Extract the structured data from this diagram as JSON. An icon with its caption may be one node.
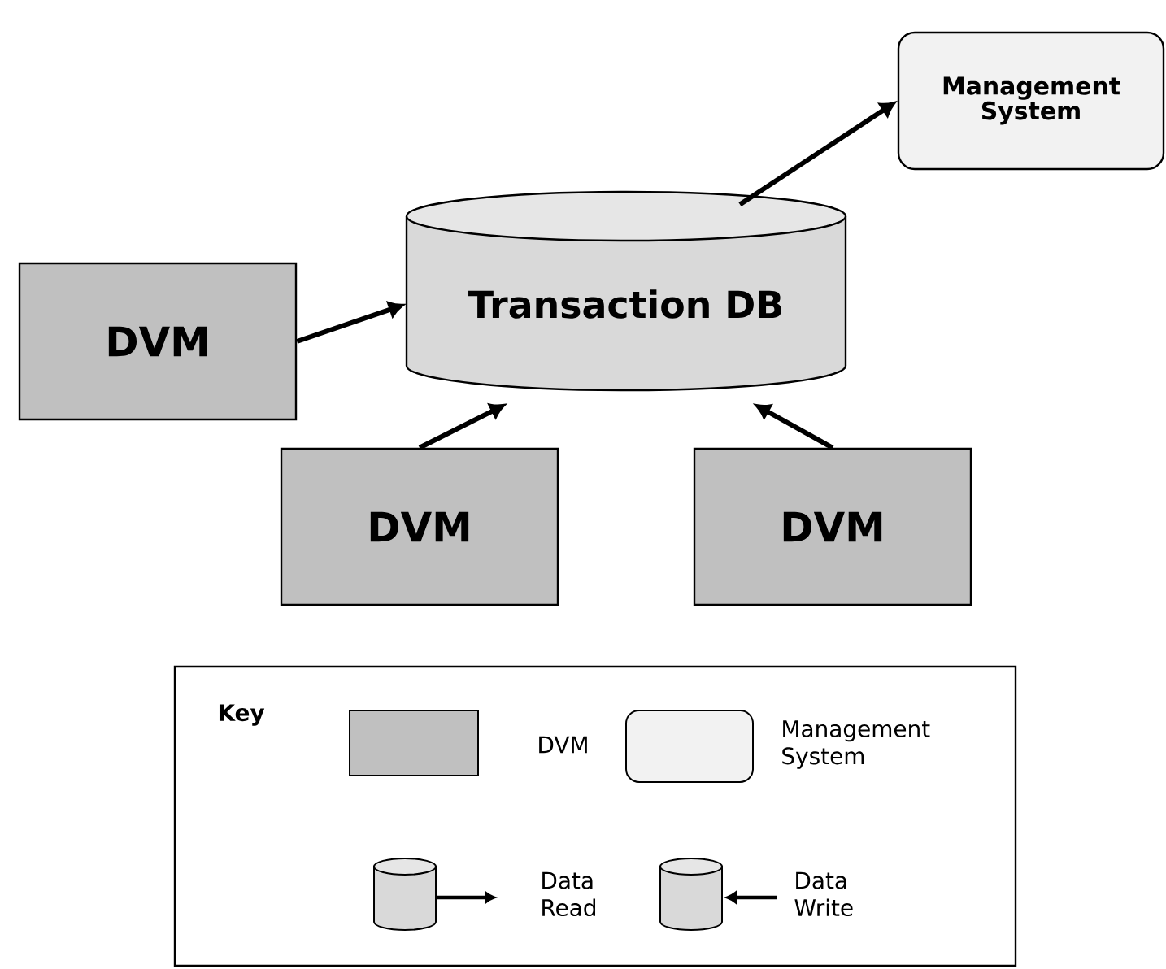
{
  "diagram": {
    "nodes": [
      {
        "text": [
          "Management System"
        ]
      },
      {
        "text": [
          "Transaction DB"
        ]
      },
      {
        "text": [
          "DVM"
        ]
      },
      {
        "text": [
          "DVM"
        ]
      },
      {
        "text": [
          "DVM"
        ]
      },
      {
        "text": [
          "Key"
        ]
      }
    ],
    "edges": [
      {
        "from": 1,
        "to": 0,
        "arrow": "to"
      },
      {
        "from": 2,
        "to": 1,
        "arrow": "to"
      },
      {
        "from": 3,
        "to": 1,
        "arrow": "to"
      },
      {
        "from": 4,
        "to": 1,
        "arrow": "to"
      }
    ],
    "legend": [
      {
        "text": "DVM",
        "color": "#c0c0c0"
      },
      {
        "text": "Management System"
      },
      {
        "text": "Data Read"
      },
      {
        "text": "Data Write"
      }
    ]
  }
}
